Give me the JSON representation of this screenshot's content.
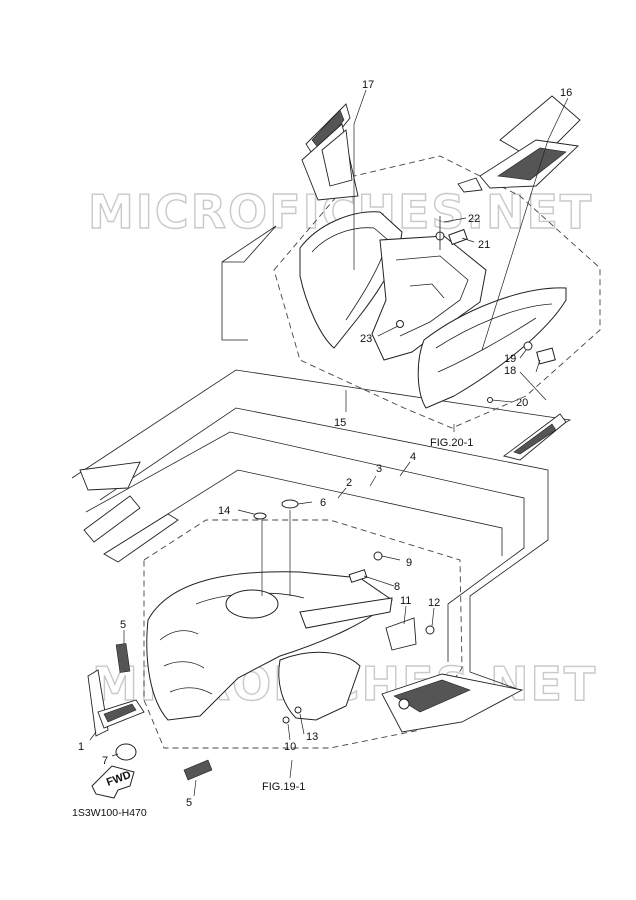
{
  "watermark": "MICROFICHES.NET",
  "callouts": [
    "1",
    "2",
    "3",
    "4",
    "5",
    "5",
    "6",
    "7",
    "8",
    "9",
    "10",
    "11",
    "12",
    "13",
    "14",
    "15",
    "16",
    "17",
    "18",
    "19",
    "20",
    "21",
    "22",
    "23"
  ],
  "figure_refs": {
    "upper": "FIG.20-1",
    "lower": "FIG.19-1"
  },
  "direction_arrow": "FWD",
  "diagram_code": "1S3W100-H470"
}
